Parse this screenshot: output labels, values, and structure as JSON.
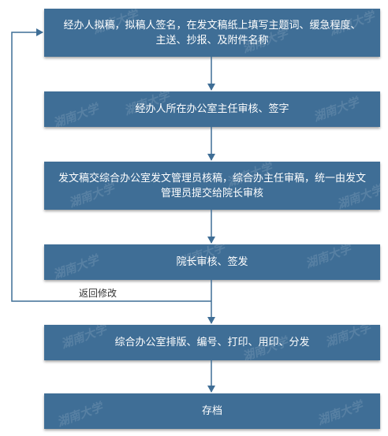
{
  "flowchart": {
    "steps": [
      {
        "label": "经办人拟稿，拟稿人签名，在发文稿纸上填写主题词、缓急程度、主送、抄报、及附件名称"
      },
      {
        "label": "经办人所在办公室主任审核、签字"
      },
      {
        "label": "发文稿交综合办公室发文管理员核稿，综合办主任审稿，统一由发文管理员提交给院长审核"
      },
      {
        "label": "院长审核、签发"
      },
      {
        "label": "综合办公室排版、编号、打印、用印、分发"
      },
      {
        "label": "存档"
      }
    ],
    "return_label": "返回修改",
    "watermark_text": "湖南大学"
  },
  "colors": {
    "box_fill": "#3f6e96",
    "box_text": "#ffffff",
    "connector": "#3f6e96"
  }
}
